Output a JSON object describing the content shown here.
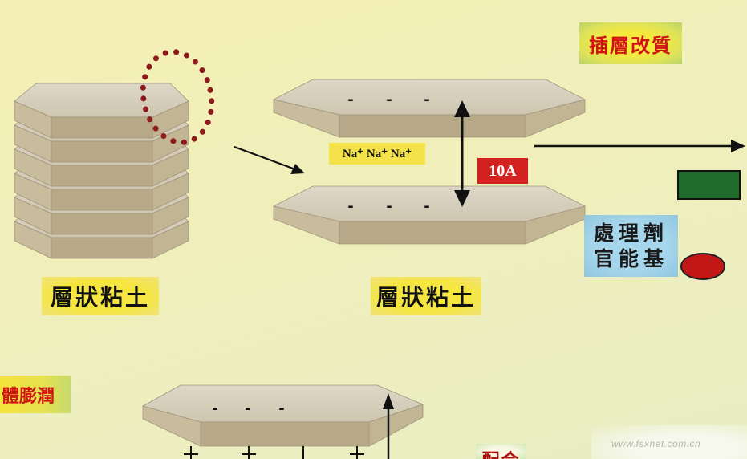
{
  "layered_clay": {
    "label": "層狀粘土"
  },
  "intercalation": {
    "title": "插層改質",
    "label": "層狀粘土",
    "cations": "Na⁺ Na⁺ Na⁺",
    "spacing": "10A",
    "upper_layer_charges": [
      "-",
      "-",
      "-"
    ],
    "lower_layer_charges": [
      "-",
      "-",
      "-"
    ]
  },
  "treatment_agent": {
    "line1": "處理劑",
    "line2": "官能基"
  },
  "swelling": {
    "label": "體膨潤",
    "layer_charges": [
      "-",
      "-",
      "-"
    ]
  },
  "compounding": {
    "label": "配合"
  },
  "watermark": "www.fsxnet.com.cn",
  "colors": {
    "spacing_box": "#d32020",
    "green_marker": "#1f6b2b",
    "red_marker": "#c31717",
    "dot_ring": "#8e1b1b"
  }
}
